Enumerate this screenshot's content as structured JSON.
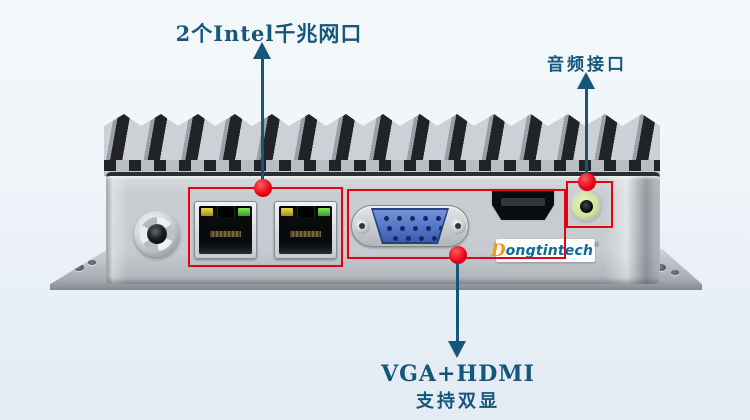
{
  "annotations": {
    "lan_label": "2个Intel千兆网口",
    "audio_label": "音频接口",
    "display_label_line1": "VGA+HDMI",
    "display_label_line2": "支持双显"
  },
  "brand": {
    "logo_first_letter": "D",
    "logo_rest": "ongtintech",
    "registered_mark": "®"
  },
  "device_parts": {
    "power_jack": "dc-power-jack",
    "lan_port_left": "rj45-ethernet-port-1",
    "lan_port_right": "rj45-ethernet-port-2",
    "vga_port": "vga-d-sub-port",
    "hdmi_port": "hdmi-port",
    "audio_jack": "audio-line-out-jack"
  },
  "colors": {
    "annotation_teal": "#15577b",
    "highlight_red": "#e60012",
    "case_silver": "#c7cbd0",
    "heatsink_dark": "#212326",
    "vga_blue": "#4a6fc8",
    "audio_jack_green": "#cde79e",
    "led_yellow": "#e0cf45",
    "led_green": "#5fc448",
    "logo_orange": "#f2991c",
    "logo_teal": "#0f6a92",
    "background_tint": "#ecf2f8"
  }
}
